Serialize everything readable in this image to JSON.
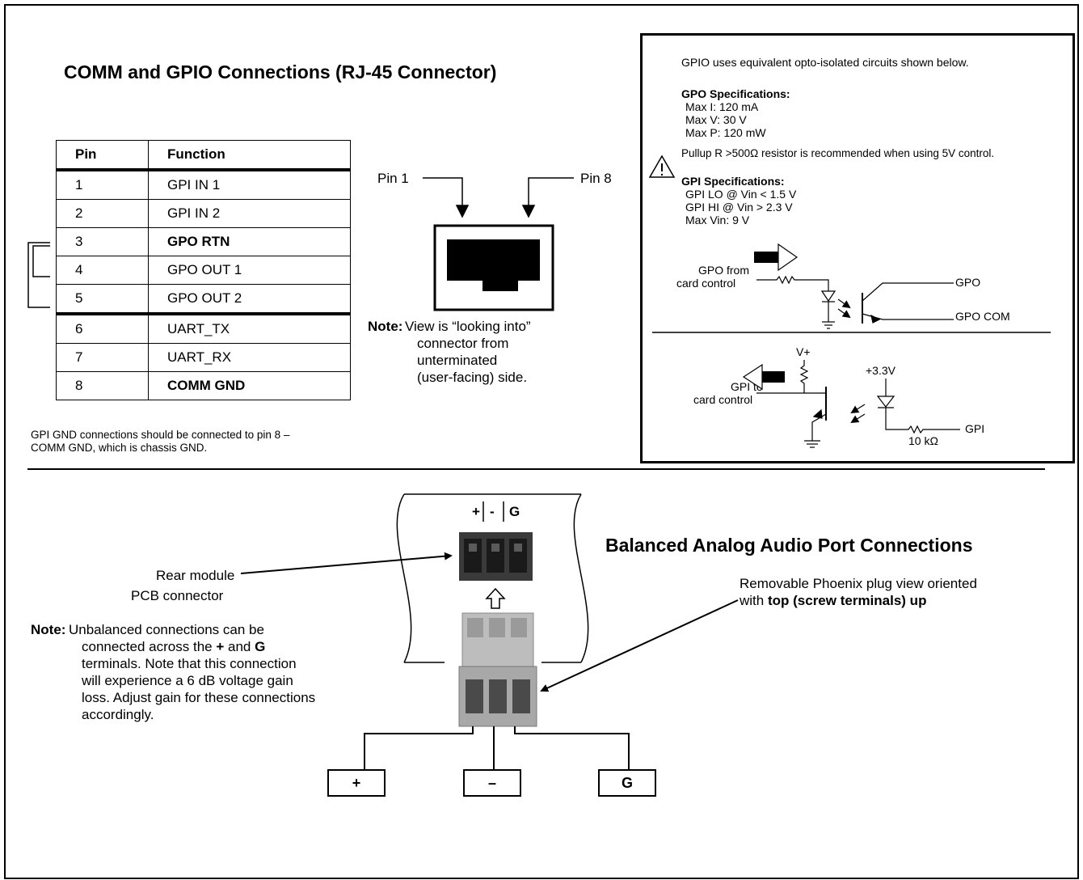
{
  "comm_section": {
    "title": "COMM and GPIO Connections (RJ-45 Connector)",
    "table": {
      "headers": [
        "Pin",
        "Function"
      ],
      "rows": [
        {
          "pin": "1",
          "function": "GPI IN 1"
        },
        {
          "pin": "2",
          "function": "GPI IN 2"
        },
        {
          "pin": "3",
          "function": "GPO RTN"
        },
        {
          "pin": "4",
          "function": "GPO OUT 1"
        },
        {
          "pin": "5",
          "function": "GPO OUT 2"
        },
        {
          "pin": "6",
          "function": "UART_TX"
        },
        {
          "pin": "7",
          "function": "UART_RX"
        },
        {
          "pin": "8",
          "function": "COMM GND"
        }
      ]
    },
    "footnote": [
      "GPI GND connections should be connected to pin 8 –",
      "COMM GND, which is chassis GND."
    ],
    "pin1_label": "Pin 1",
    "pin8_label": "Pin 8",
    "note_label": "Note:",
    "note_lines": [
      "View is “looking into”",
      "connector from",
      "unterminated",
      "(user-facing) side."
    ]
  },
  "gpio_specs": {
    "intro": "GPIO uses equivalent opto-isolated circuits shown below.",
    "gpo_title": "GPO Specifications:",
    "gpo_lines": [
      "Max I: 120 mA",
      "Max V: 30 V",
      "Max P: 120 mW"
    ],
    "pullup_note": "Pullup R >500Ω resistor is recommended when using 5V control.",
    "warning_icon": "warning-triangle-icon",
    "gpi_title": "GPI Specifications:",
    "gpi_lines": [
      "GPI LO @ Vin < 1.5 V",
      "GPI HI @ Vin > 2.3 V",
      "Max Vin: 9 V"
    ],
    "gpo_circuit": {
      "input_label": [
        "GPO from",
        "card control"
      ],
      "out_label": "GPO",
      "com_label": "GPO COM"
    },
    "gpi_circuit": {
      "vplus": "V+",
      "v33": "+3.3V",
      "input_label": [
        "GPI to",
        "card control"
      ],
      "resistor_label": "10 kΩ",
      "gpi_label": "GPI"
    }
  },
  "audio_section": {
    "title": "Balanced Analog Audio Port Connections",
    "pin_labels": [
      "+",
      "-",
      "G"
    ],
    "rear_label": [
      "Rear module",
      "PCB connector"
    ],
    "plug_label_line1": "Removable Phoenix plug view oriented",
    "plug_label_line2_prefix": "with ",
    "plug_label_line2_bold": "top (screw terminals) up",
    "note_label": "Note:",
    "note_seg1": "Unbalanced connections can be",
    "note_seg2a": "connected across the ",
    "note_seg2b": "+",
    "note_seg2c": " and ",
    "note_seg2d": "G",
    "note_lines_rest": [
      "terminals. Note that this connection",
      "will experience a 6 dB voltage gain",
      "loss. Adjust gain for these connections",
      "accordingly."
    ],
    "terminals": [
      "+",
      "–",
      "G"
    ]
  }
}
